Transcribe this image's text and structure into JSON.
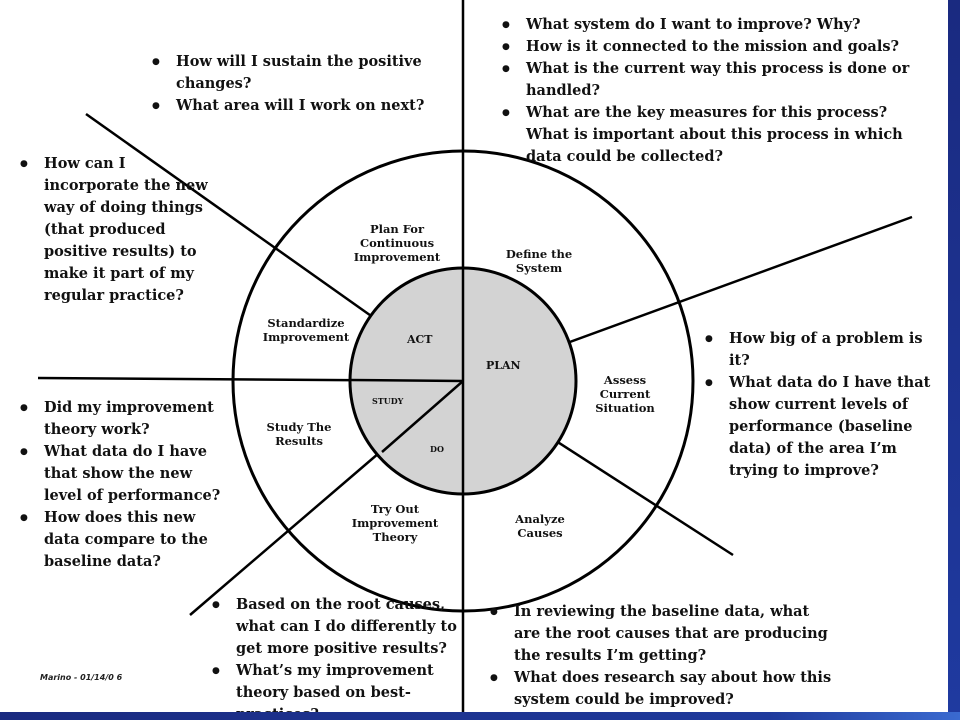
{
  "sections": {
    "act_upper": {
      "bullets": [
        "How will I sustain the positive changes?",
        "What area will I work on next?"
      ]
    },
    "act_left": {
      "bullets": [
        "How can I incorporate the new way of doing things (that produced positive results) to make it part of my regular practice?"
      ]
    },
    "study": {
      "bullets": [
        "Did my improvement theory work?",
        "What data do I have that show the new level of performance?",
        "How does this new data compare to the baseline data?"
      ]
    },
    "do": {
      "bullets": [
        "Based on the root causes, what can I do differently to get more positive results?",
        "What’s my improvement theory based on best-practices?"
      ]
    },
    "plan_top": {
      "bullets": [
        "What system do I want to improve?  Why?",
        "How is it connected to the mission and goals?",
        "What is the current way this process is done or handled?",
        "What are the key measures for this process? What is important about this process in which data could be collected?"
      ]
    },
    "plan_right": {
      "bullets": [
        "How big of a problem is it?",
        "What data do I have that show current levels of performance (baseline data) of the area I’m trying to improve?"
      ]
    },
    "plan_bottom": {
      "bullets": [
        "In reviewing the baseline data, what are the root causes that are producing the results I’m getting?",
        "What does research say about how this system could be improved?"
      ]
    }
  },
  "steps": {
    "continuous": "Plan For Continuous Improvement",
    "define": "Define the System",
    "standardize": "Standardize Improvement",
    "assess": "Assess Current Situation",
    "study_results": "Study The Results",
    "analyze": "Analyze Causes",
    "try_out": "Try Out Improvement Theory"
  },
  "cycle": {
    "act": "ACT",
    "plan": "PLAN",
    "study": "STUDY",
    "do": "DO"
  },
  "credit": "Marino - 01/14/0 6",
  "colors": {
    "frame": "#1c2e86",
    "inner_fill": "#d3d3d3",
    "line": "#000000"
  }
}
